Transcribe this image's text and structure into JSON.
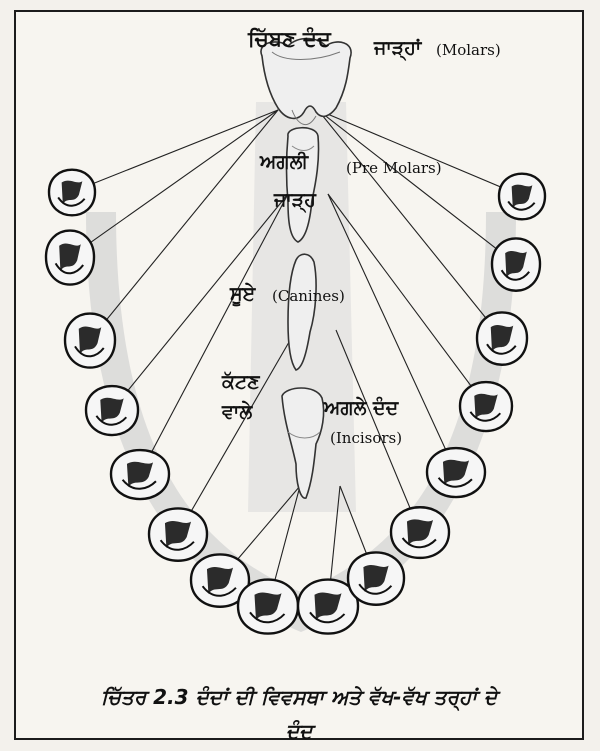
{
  "labels": {
    "molars_pa": "ਚਿੱਬਣ ਦੰਦ",
    "molars_pa2": "ਜਾੜ੍ਹਾਂ",
    "molars_en": "(Molars)",
    "premolars_pa": "ਅਗਲੀ",
    "premolars_pa2": "ਜਾੜ੍ਹ",
    "premolars_en": "(Pre Molars)",
    "canines_pa": "ਸੂਏ",
    "canines_en": "(Canines)",
    "incisors_pa1": "ਕੱਟਣ",
    "incisors_pa2": "ਵਾਲੇ",
    "incisors_pa3": "ਅਗਲੇ ਦੰਦ",
    "incisors_en": "(Incisors)"
  },
  "caption": {
    "line1": "ਚਿੱਤਰ 2.3 ਦੰਦਾਂ ਦੀ ਵਿਵਸਥਾ ਅਤੇ ਵੱਖ-ਵੱਖ ਤਰ੍ਹਾਂ ਦੇ",
    "line2": "ਦੰਦ"
  },
  "colors": {
    "ink": "#111111",
    "shade": "#cfcfcf",
    "paper": "#f7f5f0"
  }
}
